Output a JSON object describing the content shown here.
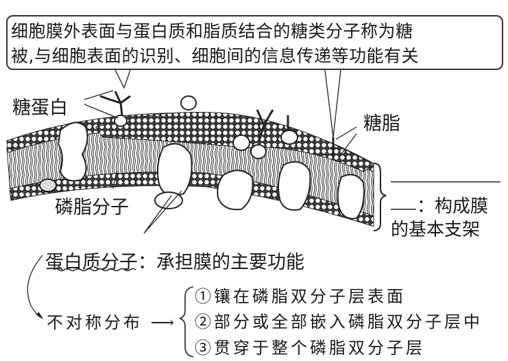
{
  "callout": {
    "line1": "细胞膜外表面与蛋白质和脂质结合的糖类分子称为糖",
    "line2": "被,与细胞表面的识别、细胞间的信息传递等功能有关"
  },
  "labels": {
    "glycoprotein": "糖蛋白",
    "glycolipid": "糖脂",
    "phospholipid_molecule": "磷脂分子",
    "bilayer_blank": "：构成膜",
    "bilayer_line2": "的基本支架"
  },
  "protein": {
    "heading": "蛋白质分子",
    "heading_rest": "：承担膜的主要功能",
    "distribution": "不对称分布",
    "arrow": "⟶",
    "modes": [
      "①镶在磷脂双分子层表面",
      "②部分或全部嵌入磷脂双分子层中",
      "③贯穿于整个磷脂双分子层"
    ]
  },
  "colors": {
    "ink": "#1a1a1a",
    "background": "#ffffff",
    "membrane_shade": "#555555"
  }
}
